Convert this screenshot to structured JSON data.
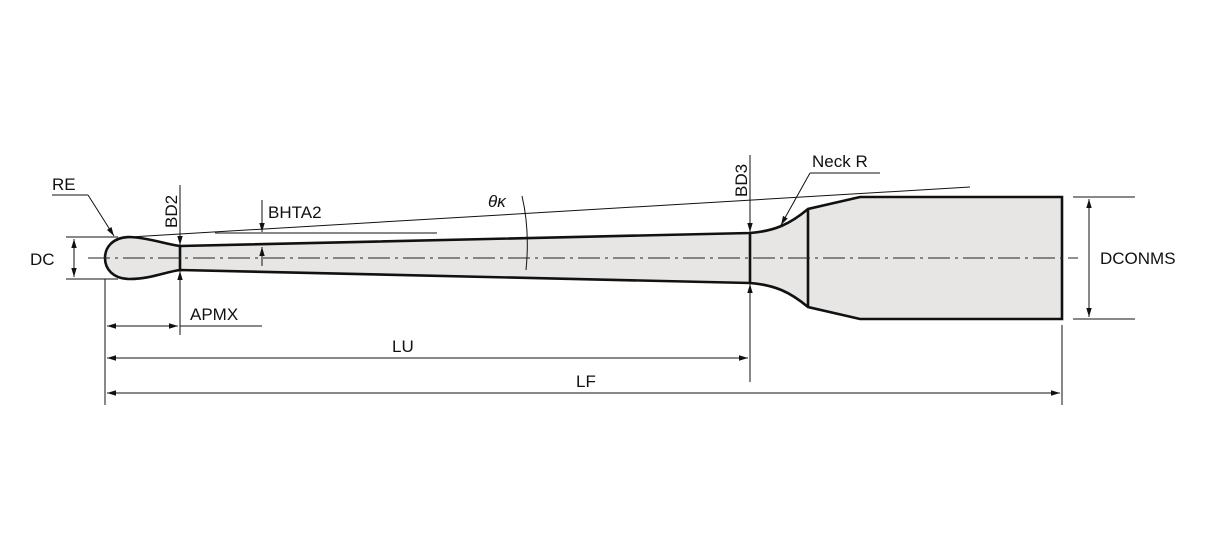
{
  "labels": {
    "re": "RE",
    "dc": "DC",
    "bd2": "BD2",
    "bhta2": "BHTA2",
    "theta": "θκ",
    "bd3": "BD3",
    "neck_r": "Neck R",
    "dconms": "DCONMS",
    "apmx": "APMX",
    "lu": "LU",
    "lf": "LF"
  },
  "colors": {
    "body_fill": "#e8e6e4",
    "line": "#111111"
  }
}
